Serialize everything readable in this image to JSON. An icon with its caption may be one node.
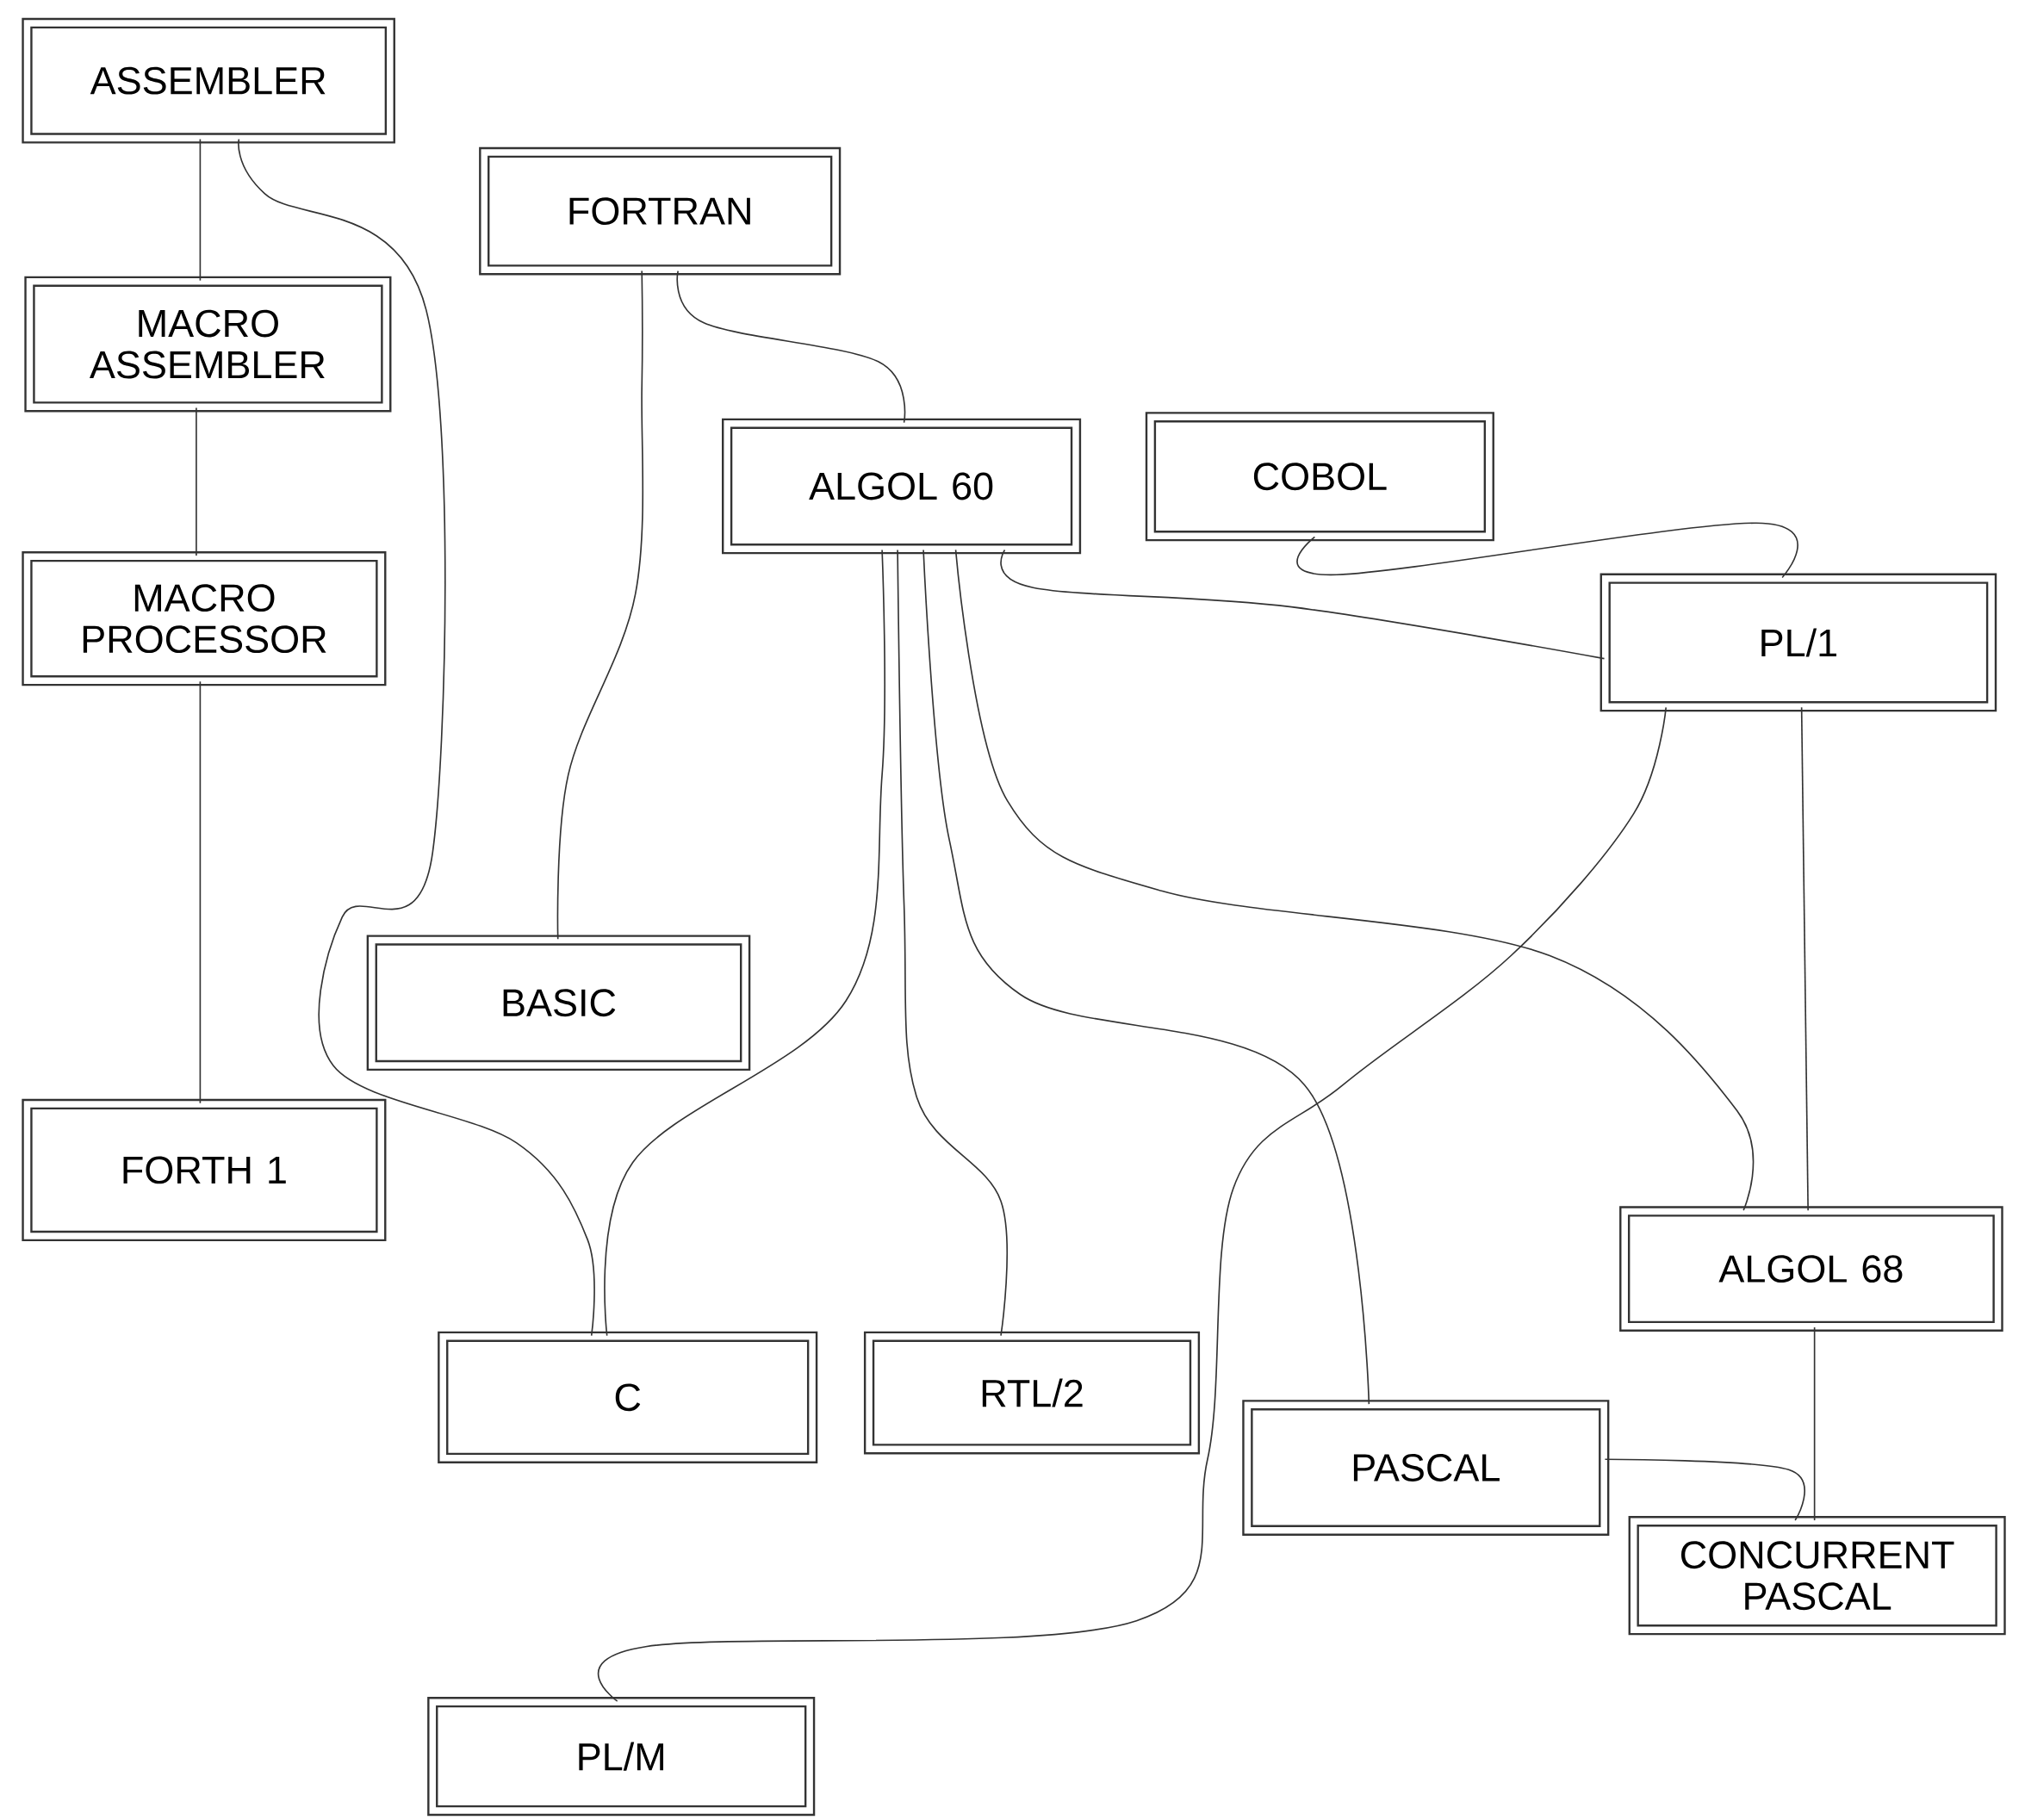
{
  "diagram": {
    "nodes": [
      {
        "text": [
          "ASSEMBLER"
        ]
      },
      {
        "text": [
          "FORTRAN"
        ]
      },
      {
        "text": [
          "MACRO ASSEMBLER"
        ]
      },
      {
        "text": [
          "COBOL"
        ]
      },
      {
        "text": [
          "ALGOL 60"
        ]
      },
      {
        "text": [
          "MACRO PROCESSOR"
        ]
      },
      {
        "text": [
          "PL/1"
        ]
      },
      {
        "text": [
          "BASIC"
        ]
      },
      {
        "text": [
          "FORTH 1"
        ]
      },
      {
        "text": [
          "ALGOL 68"
        ]
      },
      {
        "text": [
          "C"
        ]
      },
      {
        "text": [
          "RTL/2"
        ]
      },
      {
        "text": [
          "PASCAL"
        ]
      },
      {
        "text": [
          "CONCURRENT PASCAL"
        ]
      },
      {
        "text": [
          "PL/M"
        ]
      }
    ],
    "edges": [
      {
        "from": 0,
        "to": 2,
        "arrow": "none"
      },
      {
        "from": 2,
        "to": 5,
        "arrow": "none"
      },
      {
        "from": 5,
        "to": 8,
        "arrow": "none"
      },
      {
        "from": 0,
        "to": 10,
        "arrow": "none"
      },
      {
        "from": 1,
        "to": 7,
        "arrow": "none"
      },
      {
        "from": 1,
        "to": 4,
        "arrow": "none"
      },
      {
        "from": 4,
        "to": 10,
        "arrow": "none"
      },
      {
        "from": 4,
        "to": 11,
        "arrow": "none"
      },
      {
        "from": 4,
        "to": 12,
        "arrow": "none"
      },
      {
        "from": 4,
        "to": 9,
        "arrow": "none"
      },
      {
        "from": 4,
        "to": 6,
        "arrow": "none"
      },
      {
        "from": 3,
        "to": 6,
        "arrow": "none"
      },
      {
        "from": 6,
        "to": 9,
        "arrow": "none"
      },
      {
        "from": 6,
        "to": 14,
        "arrow": "none"
      },
      {
        "from": 9,
        "to": 13,
        "arrow": "none"
      },
      {
        "from": 12,
        "to": 13,
        "arrow": "none"
      }
    ]
  }
}
